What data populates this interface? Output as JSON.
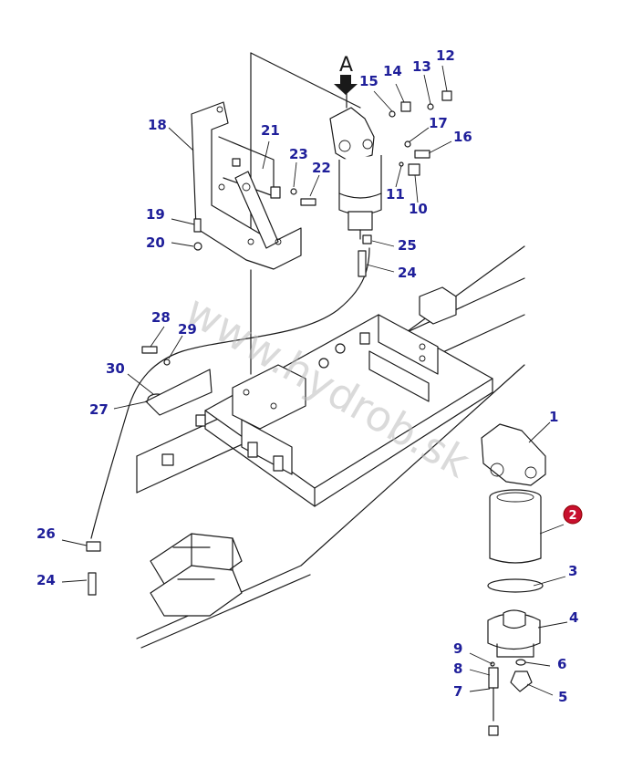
{
  "view_label": "A",
  "watermark": "www.hydrob.sk",
  "highlighted_part": "2",
  "callouts": {
    "c1": "1",
    "c2": "2",
    "c3": "3",
    "c4": "4",
    "c5": "5",
    "c6": "6",
    "c7": "7",
    "c8": "8",
    "c9": "9",
    "c10": "10",
    "c11": "11",
    "c12": "12",
    "c13": "13",
    "c14": "14",
    "c15": "15",
    "c16": "16",
    "c17": "17",
    "c18": "18",
    "c19": "19",
    "c20": "20",
    "c21": "21",
    "c22": "22",
    "c23": "23",
    "c24a": "24",
    "c24b": "24",
    "c25": "25",
    "c26": "26",
    "c27": "27",
    "c28": "28",
    "c29": "29",
    "c30": "30"
  },
  "colors": {
    "callout": "#1f1f9a",
    "highlight": "#c8102e",
    "line": "#1a1a1a",
    "watermark": "#bdbdbd"
  }
}
